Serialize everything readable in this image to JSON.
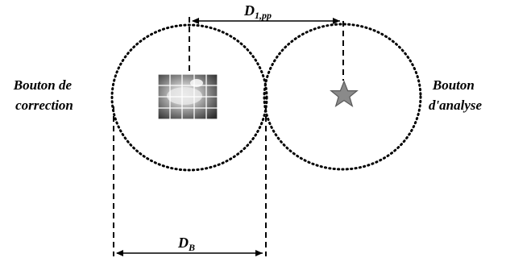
{
  "labels": {
    "left_line1": "Bouton de",
    "left_line2": "correction",
    "right_line1": "Bouton",
    "right_line2": "d'analyse",
    "top_dim_main": "D",
    "top_dim_sub": "1,pp",
    "bottom_dim_main": "D",
    "bottom_dim_sub": "B"
  },
  "icons": {
    "left_marker": "thermal-image-grid-icon",
    "right_marker": "star-icon"
  },
  "colors": {
    "line": "#000000",
    "star_fill": "#8a8a8a",
    "star_stroke": "#5a5a5a"
  }
}
